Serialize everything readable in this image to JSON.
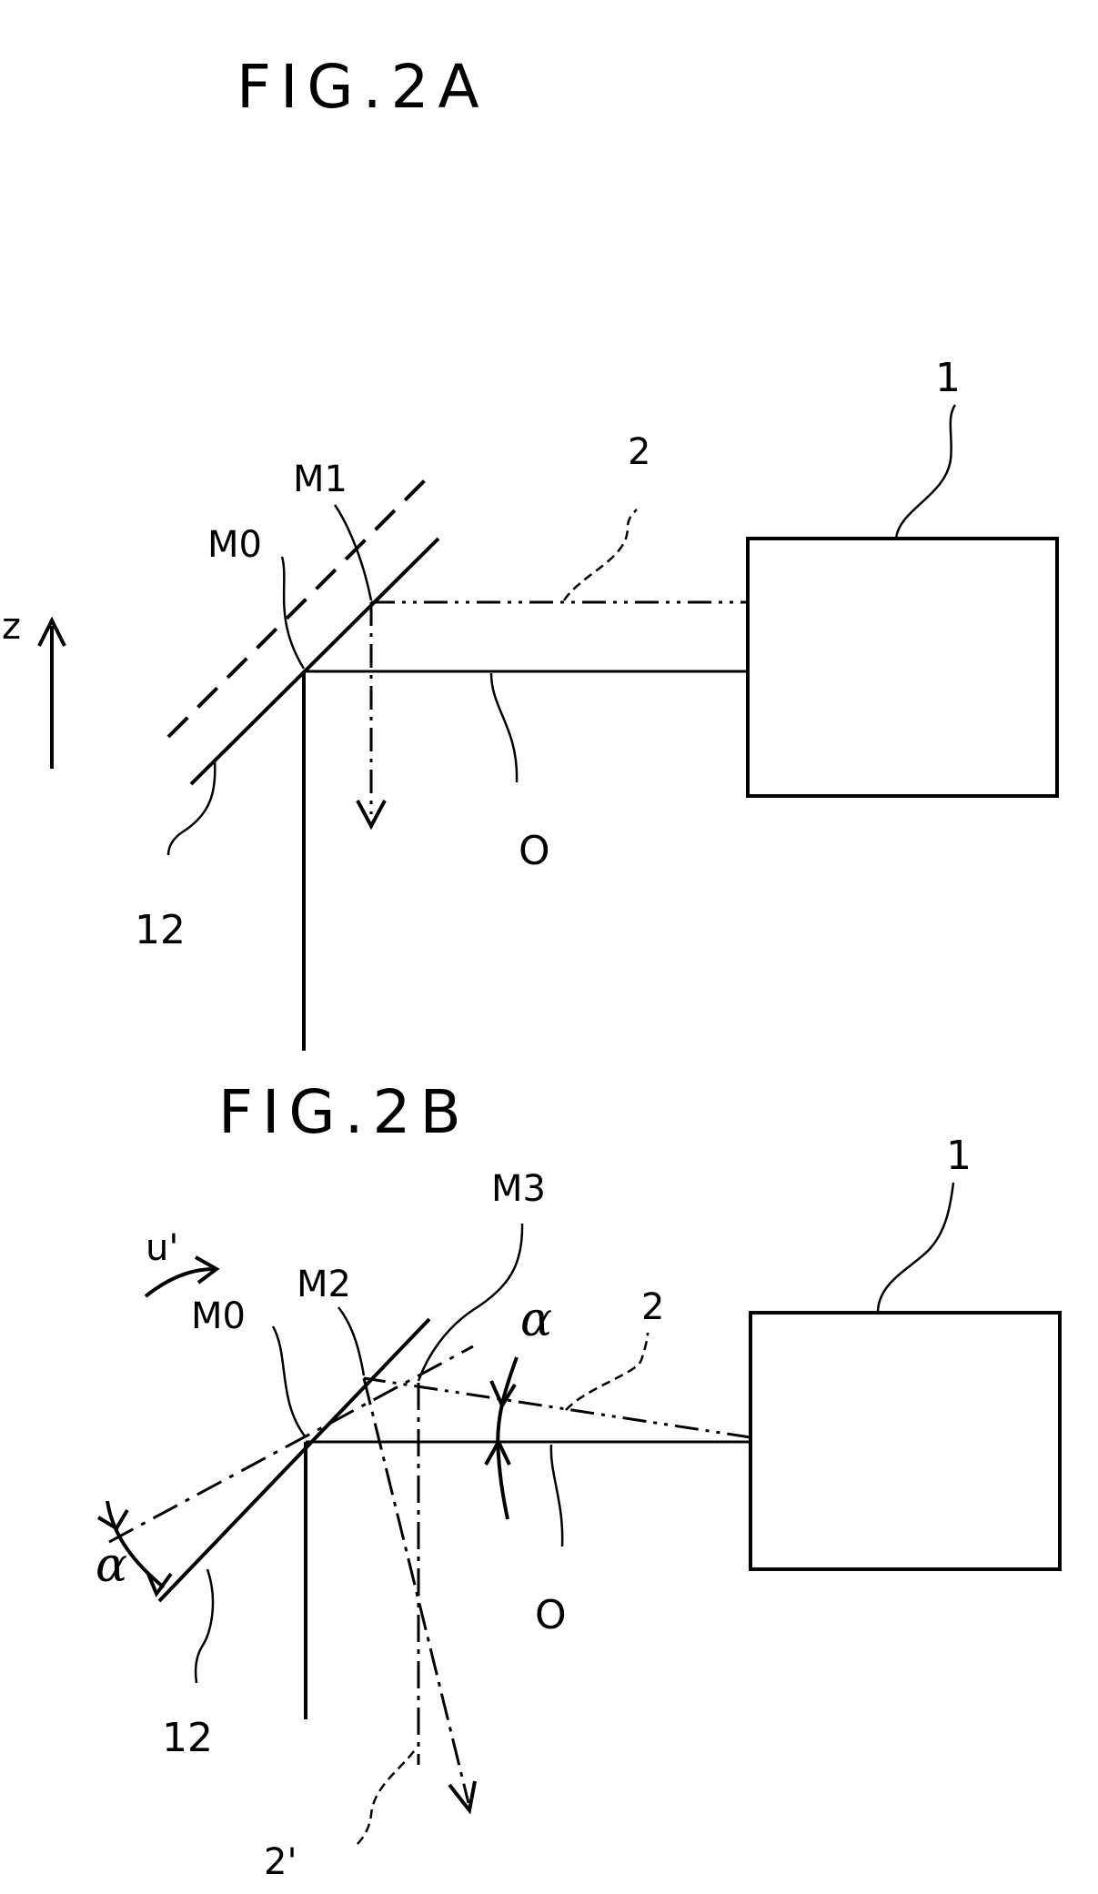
{
  "figure_a": {
    "title": "FIG.2A",
    "labels": {
      "axis": "z",
      "device": "1",
      "beam": "2",
      "point0": "M0",
      "point1": "M1",
      "axis_o": "O",
      "mirror": "12"
    }
  },
  "figure_b": {
    "title": "FIG.2B",
    "labels": {
      "rotation": "u'",
      "device": "1",
      "beam": "2",
      "beam_reflected": "2'",
      "point0": "M0",
      "point2": "M2",
      "point3": "M3",
      "axis_o": "O",
      "mirror": "12",
      "angle_top": "α",
      "angle_left": "α"
    }
  },
  "colors": {
    "ink": "#000000",
    "paper": "#ffffff"
  }
}
